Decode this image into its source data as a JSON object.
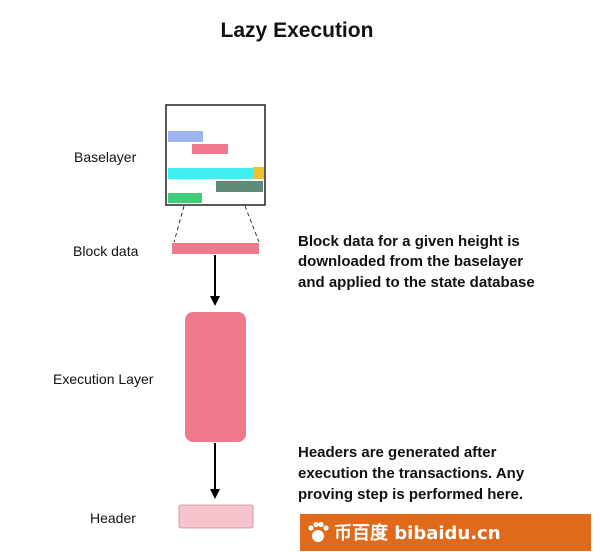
{
  "title": "Lazy Execution",
  "labels": {
    "baselayer": "Baselayer",
    "block_data": "Block data",
    "execution_layer": "Execution Layer",
    "header": "Header"
  },
  "notes": {
    "block_data": [
      "Block data for a given height is",
      "downloaded from the baselayer",
      "and applied to the state database"
    ],
    "headers": [
      "Headers are generated after",
      "execution the transactions. Any",
      "proving step is performed here."
    ]
  },
  "colors": {
    "pink": "#ef7a8b",
    "light_pink": "#f6c4cc",
    "blue": "#9db4ef",
    "cyan": "#40f0f0",
    "dark_green": "#5e8a78",
    "green": "#3fcf7a",
    "yellow": "#f0c030",
    "watermark_bg": "#e06a1a"
  },
  "watermark": {
    "text": "币百度 bibaidu.cn"
  }
}
